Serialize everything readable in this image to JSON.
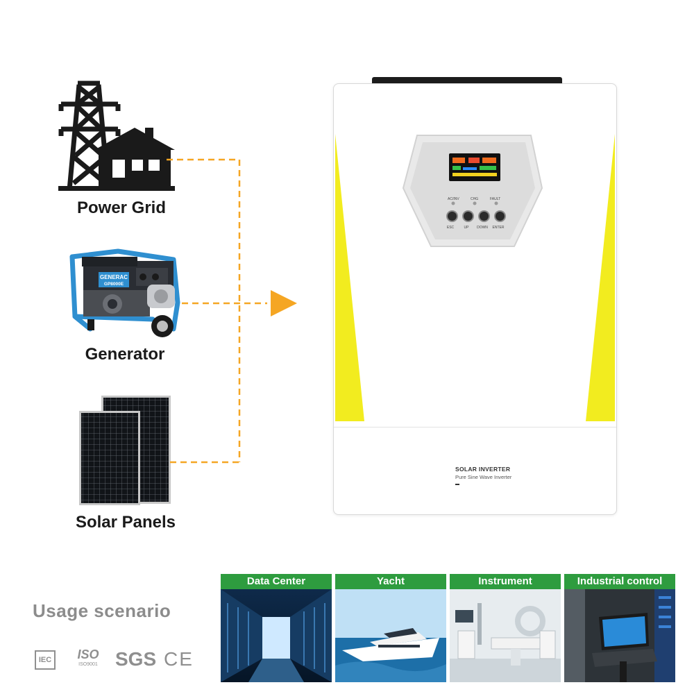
{
  "sources": [
    {
      "label": "Power Grid"
    },
    {
      "label": "Generator"
    },
    {
      "label": "Solar Panels"
    }
  ],
  "generator_brand": "GENERAC",
  "generator_model": "GP8000E",
  "inverter": {
    "plate_title": "SOLAR INVERTER",
    "plate_subtitle": "Pure Sine Wave Inverter",
    "indicators": [
      "AC/INV",
      "CHG",
      "FAULT"
    ],
    "buttons": [
      "ESC",
      "UP",
      "DOWN",
      "ENTER"
    ]
  },
  "usage": {
    "title": "Usage scenario",
    "scenes": [
      "Data Center",
      "Yacht",
      "Instrument",
      "Industrial control"
    ]
  },
  "certifications": [
    "IEC",
    "ISO",
    "ISO9001",
    "SGS",
    "CE"
  ],
  "colors": {
    "accent_yellow": "#f2ec1f",
    "connector_orange": "#f5a623",
    "scene_green": "#2e9c3f"
  }
}
